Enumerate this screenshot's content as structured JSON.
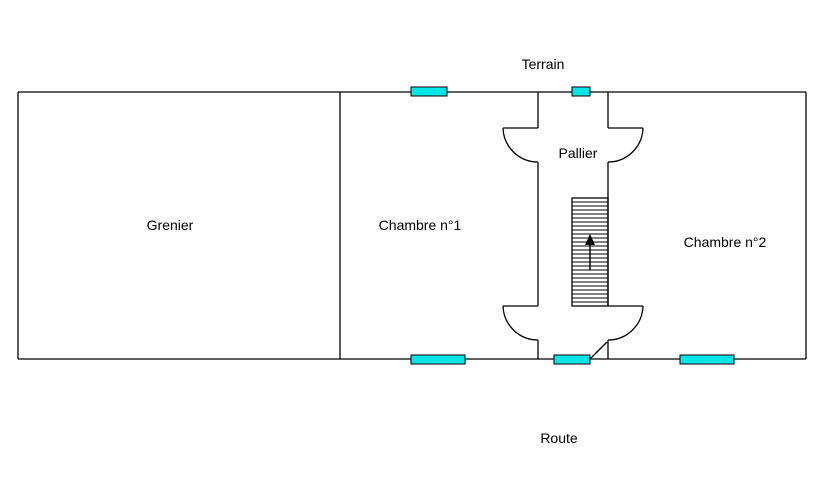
{
  "labels": {
    "terrain": "Terrain",
    "route": "Route",
    "grenier": "Grenier",
    "chambre1": "Chambre n°1",
    "pallier": "Pallier",
    "chambre2": "Chambre n°2"
  },
  "colors": {
    "window": "#00e5e5",
    "wall": "#000000",
    "background": "#ffffff"
  }
}
